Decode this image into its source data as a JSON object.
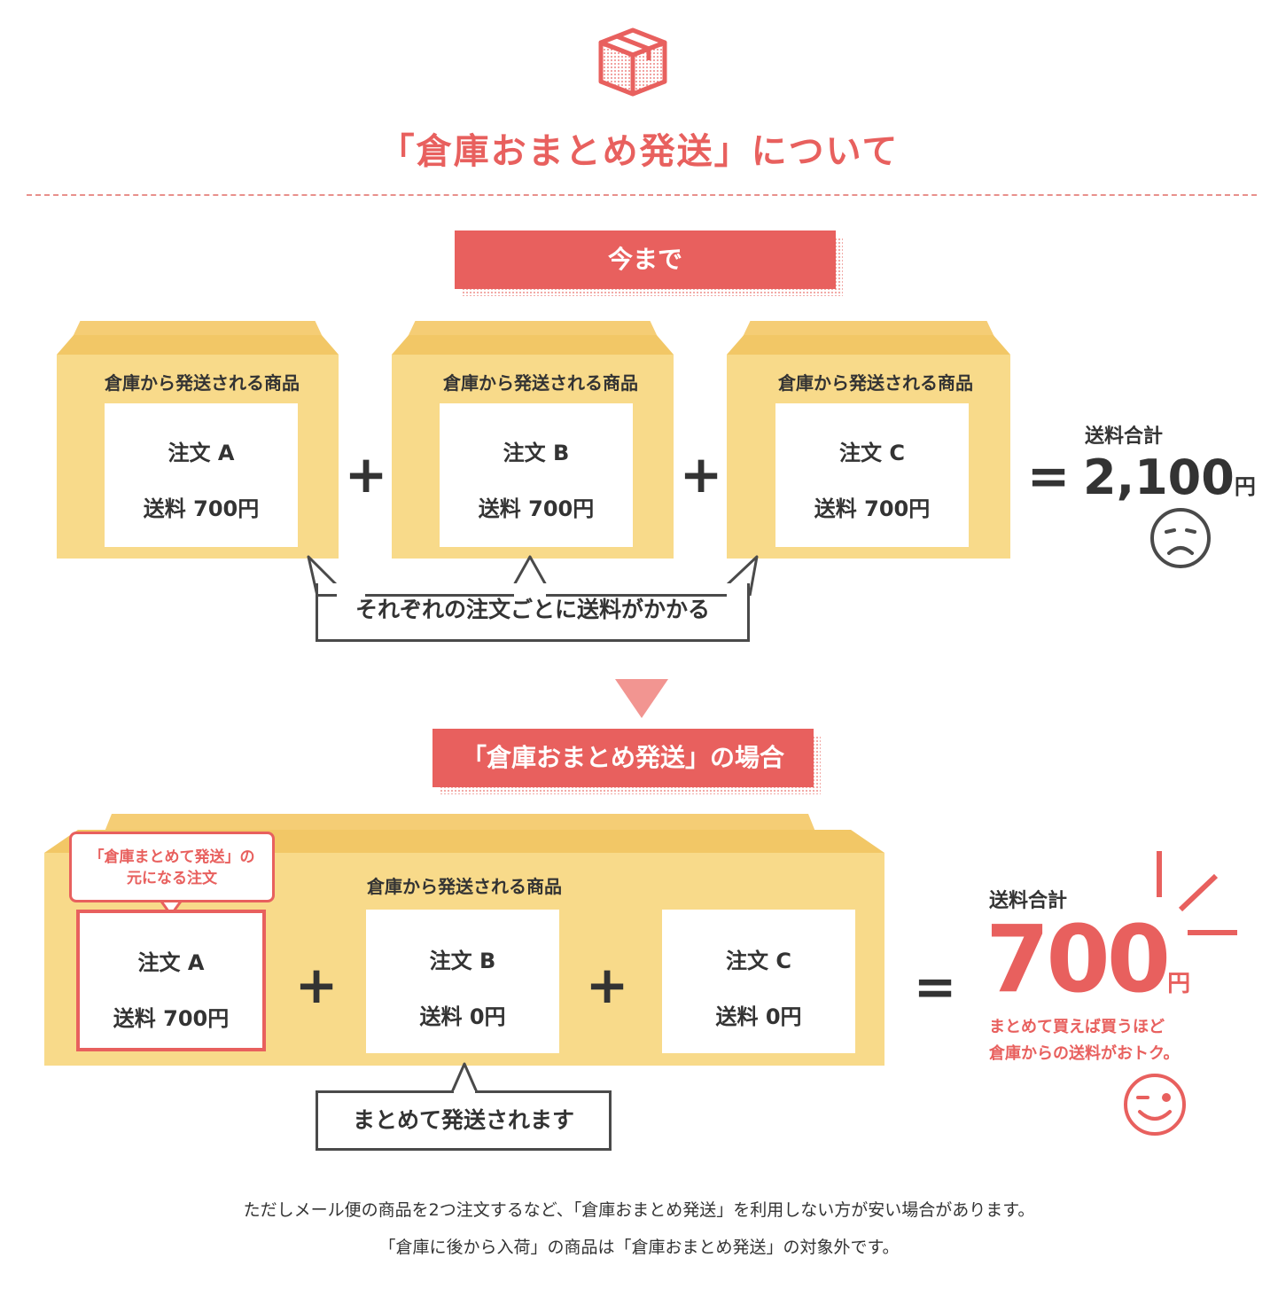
{
  "title": "「倉庫おまとめ発送」について",
  "before": {
    "banner": "今まで",
    "box_caption": "倉庫から発送される商品",
    "orders": [
      {
        "name": "注文 A",
        "fee": "送料 700円"
      },
      {
        "name": "注文 B",
        "fee": "送料 700円"
      },
      {
        "name": "注文 C",
        "fee": "送料 700円"
      }
    ],
    "plus": "+",
    "equals": "=",
    "total_label": "送料合計",
    "total_value": "2,100",
    "total_unit": "円",
    "callout": "それぞれの注文ごとに送料がかかる"
  },
  "after": {
    "banner": "「倉庫おまとめ発送」の場合",
    "box_caption": "倉庫から発送される商品",
    "base_order_tip_line1": "「倉庫まとめて発送」の",
    "base_order_tip_line2": "元になる注文",
    "orders": [
      {
        "name": "注文 A",
        "fee": "送料 700円"
      },
      {
        "name": "注文 B",
        "fee": "送料 0円"
      },
      {
        "name": "注文 C",
        "fee": "送料 0円"
      }
    ],
    "plus": "+",
    "equals": "=",
    "total_label": "送料合計",
    "total_value": "700",
    "total_unit": "円",
    "total_note_line1": "まとめて買えば買うほど",
    "total_note_line2": "倉庫からの送料がおトク。",
    "callout": "まとめて発送されます"
  },
  "notes": {
    "line1": "ただしメール便の商品を2つ注文するなど、「倉庫おまとめ発送」を利用しない方が安い場合があります。",
    "line2": "「倉庫に後から入荷」の商品は「倉庫おまとめ発送」の対象外です。"
  },
  "colors": {
    "accent": "#e8605e",
    "box": "#f8da8a",
    "lid": "#f5cd75",
    "text": "#333333"
  }
}
